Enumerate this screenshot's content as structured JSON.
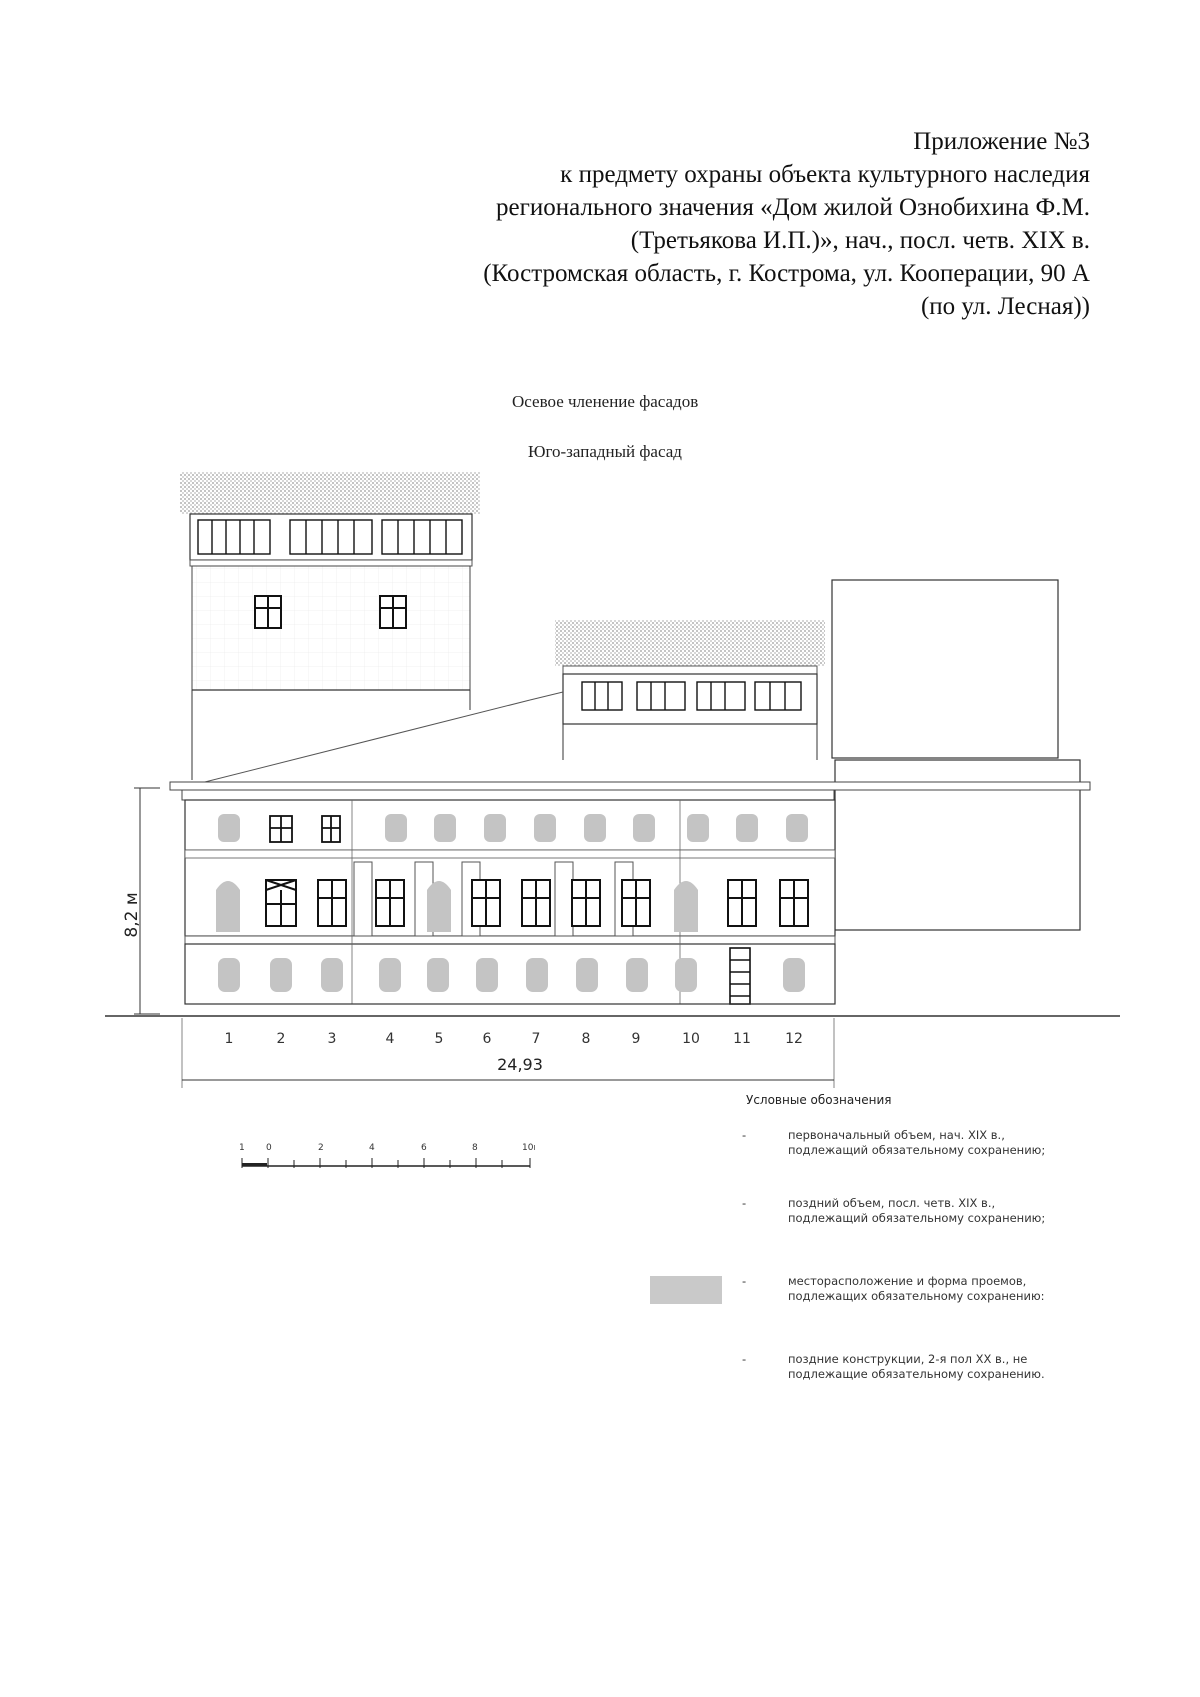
{
  "header": {
    "lines": [
      "Приложение №3",
      "к предмету охраны объекта культурного наследия",
      "регионального значения «Дом жилой Ознобихина Ф.М.",
      "(Третьякова И.П.)», нач., посл. четв. XIX в.",
      "(Костромская область, г. Кострома, ул. Кооперации, 90 А",
      "(по ул. Лесная))"
    ]
  },
  "captions": {
    "section": "Осевое членение фасадов",
    "facade": "Юго-западный фасад"
  },
  "drawing": {
    "height_label": "8,2 м",
    "width_label": "24,93",
    "axes": [
      "1",
      "2",
      "3",
      "4",
      "5",
      "6",
      "7",
      "8",
      "9",
      "10",
      "11",
      "12"
    ]
  },
  "scale": {
    "ticks": [
      "1",
      "0",
      "2",
      "4",
      "6",
      "8",
      "10м"
    ]
  },
  "legend": {
    "title": "Условные обозначения",
    "items": [
      {
        "dash": "-",
        "text": "первоначальный объем, нач. XIX в., подлежащий обязательному сохранению;"
      },
      {
        "dash": "-",
        "text": "поздний объем, посл. четв. XIX в., подлежащий обязательному сохранению;"
      },
      {
        "dash": "-",
        "text": "месторасположение и форма проемов, подлежащих обязательному сохранению:"
      },
      {
        "dash": "-",
        "text": "поздние конструкции, 2-я пол XX в., не подлежащие обязательному сохранению."
      }
    ]
  }
}
